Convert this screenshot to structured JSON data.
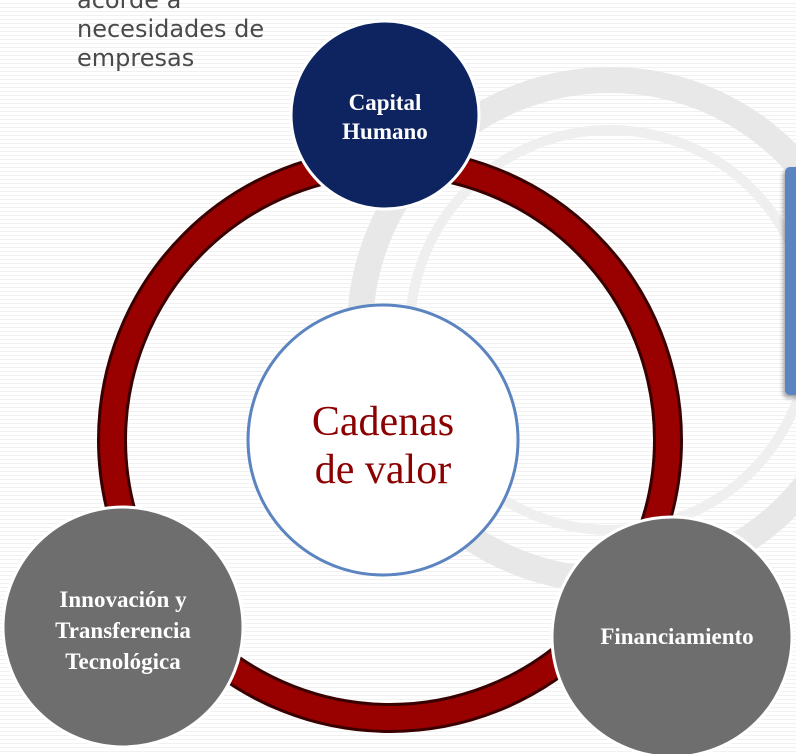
{
  "note": {
    "lines": [
      "acorde a",
      "necesidades de",
      "empresas"
    ]
  },
  "diagram": {
    "center": [
      "Cadenas",
      "de valor"
    ],
    "nodes": {
      "top": [
        "Capital",
        "Humano"
      ],
      "left": [
        "Innovación y",
        "Transferencia",
        "Tecnológica"
      ],
      "right": [
        "Financiamiento"
      ]
    }
  },
  "colors": {
    "ring": "#8b0000",
    "top_node": "#0d2460",
    "side_nodes": "#6e6e6e",
    "center_border": "#5b84c0",
    "center_text": "#8b0000",
    "node_text": "#ffffff"
  }
}
